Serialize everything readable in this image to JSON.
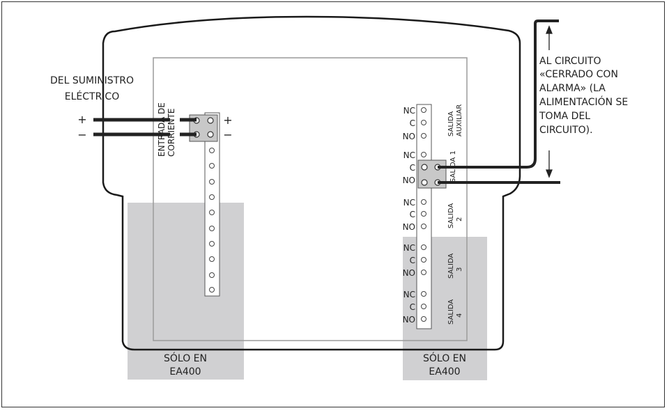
{
  "supply_label": [
    "DEL SUMINISTRO",
    "ELÉCTRICO"
  ],
  "power_input_label": [
    "ENTRADA DE",
    "CORRIENTE"
  ],
  "plus": "+",
  "minus": "−",
  "terminal_labels": [
    "NC",
    "C",
    "NO"
  ],
  "outputs": {
    "aux": [
      "SALIDA",
      "AUXILIAR"
    ],
    "out1": "SALIDA 1",
    "out2": [
      "SALIDA",
      "2"
    ],
    "out3": [
      "SALIDA",
      "3"
    ],
    "out4": [
      "SALIDA",
      "4"
    ]
  },
  "circuit_note": [
    "AL CIRCUITO",
    "«CERRADO CON",
    "ALARMA» (LA",
    "ALIMENTACIÓN SE",
    "TOMA DEL",
    "CIRCUITO)."
  ],
  "ea400_left": [
    "SÓLO EN",
    "EA400"
  ],
  "ea400_right": [
    "SÓLO EN",
    "EA400"
  ],
  "colors": {
    "outline": "#1a1a1a",
    "shade": "#d0d0d2",
    "connector": "#c8c8c8",
    "inner_border": "#9a9a9a"
  }
}
